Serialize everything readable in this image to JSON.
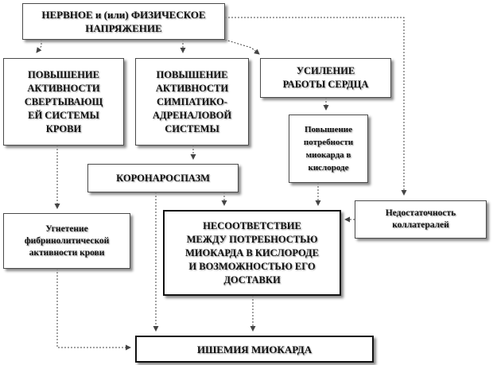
{
  "boxes": {
    "stress": "НЕРВНОЕ и (или) ФИЗИЧЕСКОЕ\nНАПРЯЖЕНИЕ",
    "coagulation": "ПОВЫШЕНИЕ\nАКТИВНОСТИ\nСВЕРТЫВАЮЩ\nЕЙ СИСТЕМЫ\nКРОВИ",
    "sympathoadrenal": "ПОВЫШЕНИЕ\nАКТИВНОСТИ\nСИМПАТИКО-\nАДРЕНАЛОВОЙ\nСИСТЕМЫ",
    "heart_work": "УСИЛЕНИЕ\nРАБОТЫ СЕРДЦА",
    "oxygen_demand": "Повышение\nпотребности\nмиокарда в\nкислороде",
    "coronarospasm": "КОРОНАРОСПАЗМ",
    "fibrinolysis": "Угнетение\nфибринолитической\nактивности крови",
    "mismatch": "НЕСООТВЕТСТВИЕ\nМЕЖДУ ПОТРЕБНОСТЬЮ\nМИОКАРДА В КИСЛОРОДЕ\nИ ВОЗМОЖНОСТЬЮ ЕГО\nДОСТАВКИ",
    "collaterals": "Недостаточность\nколлатералей",
    "ischemia": "ИШЕМИЯ МИОКАРДА"
  },
  "colors": {
    "border": "#4a4a4a",
    "shadow": "#8c8c8c",
    "text": "#111111",
    "line": "#444444"
  }
}
